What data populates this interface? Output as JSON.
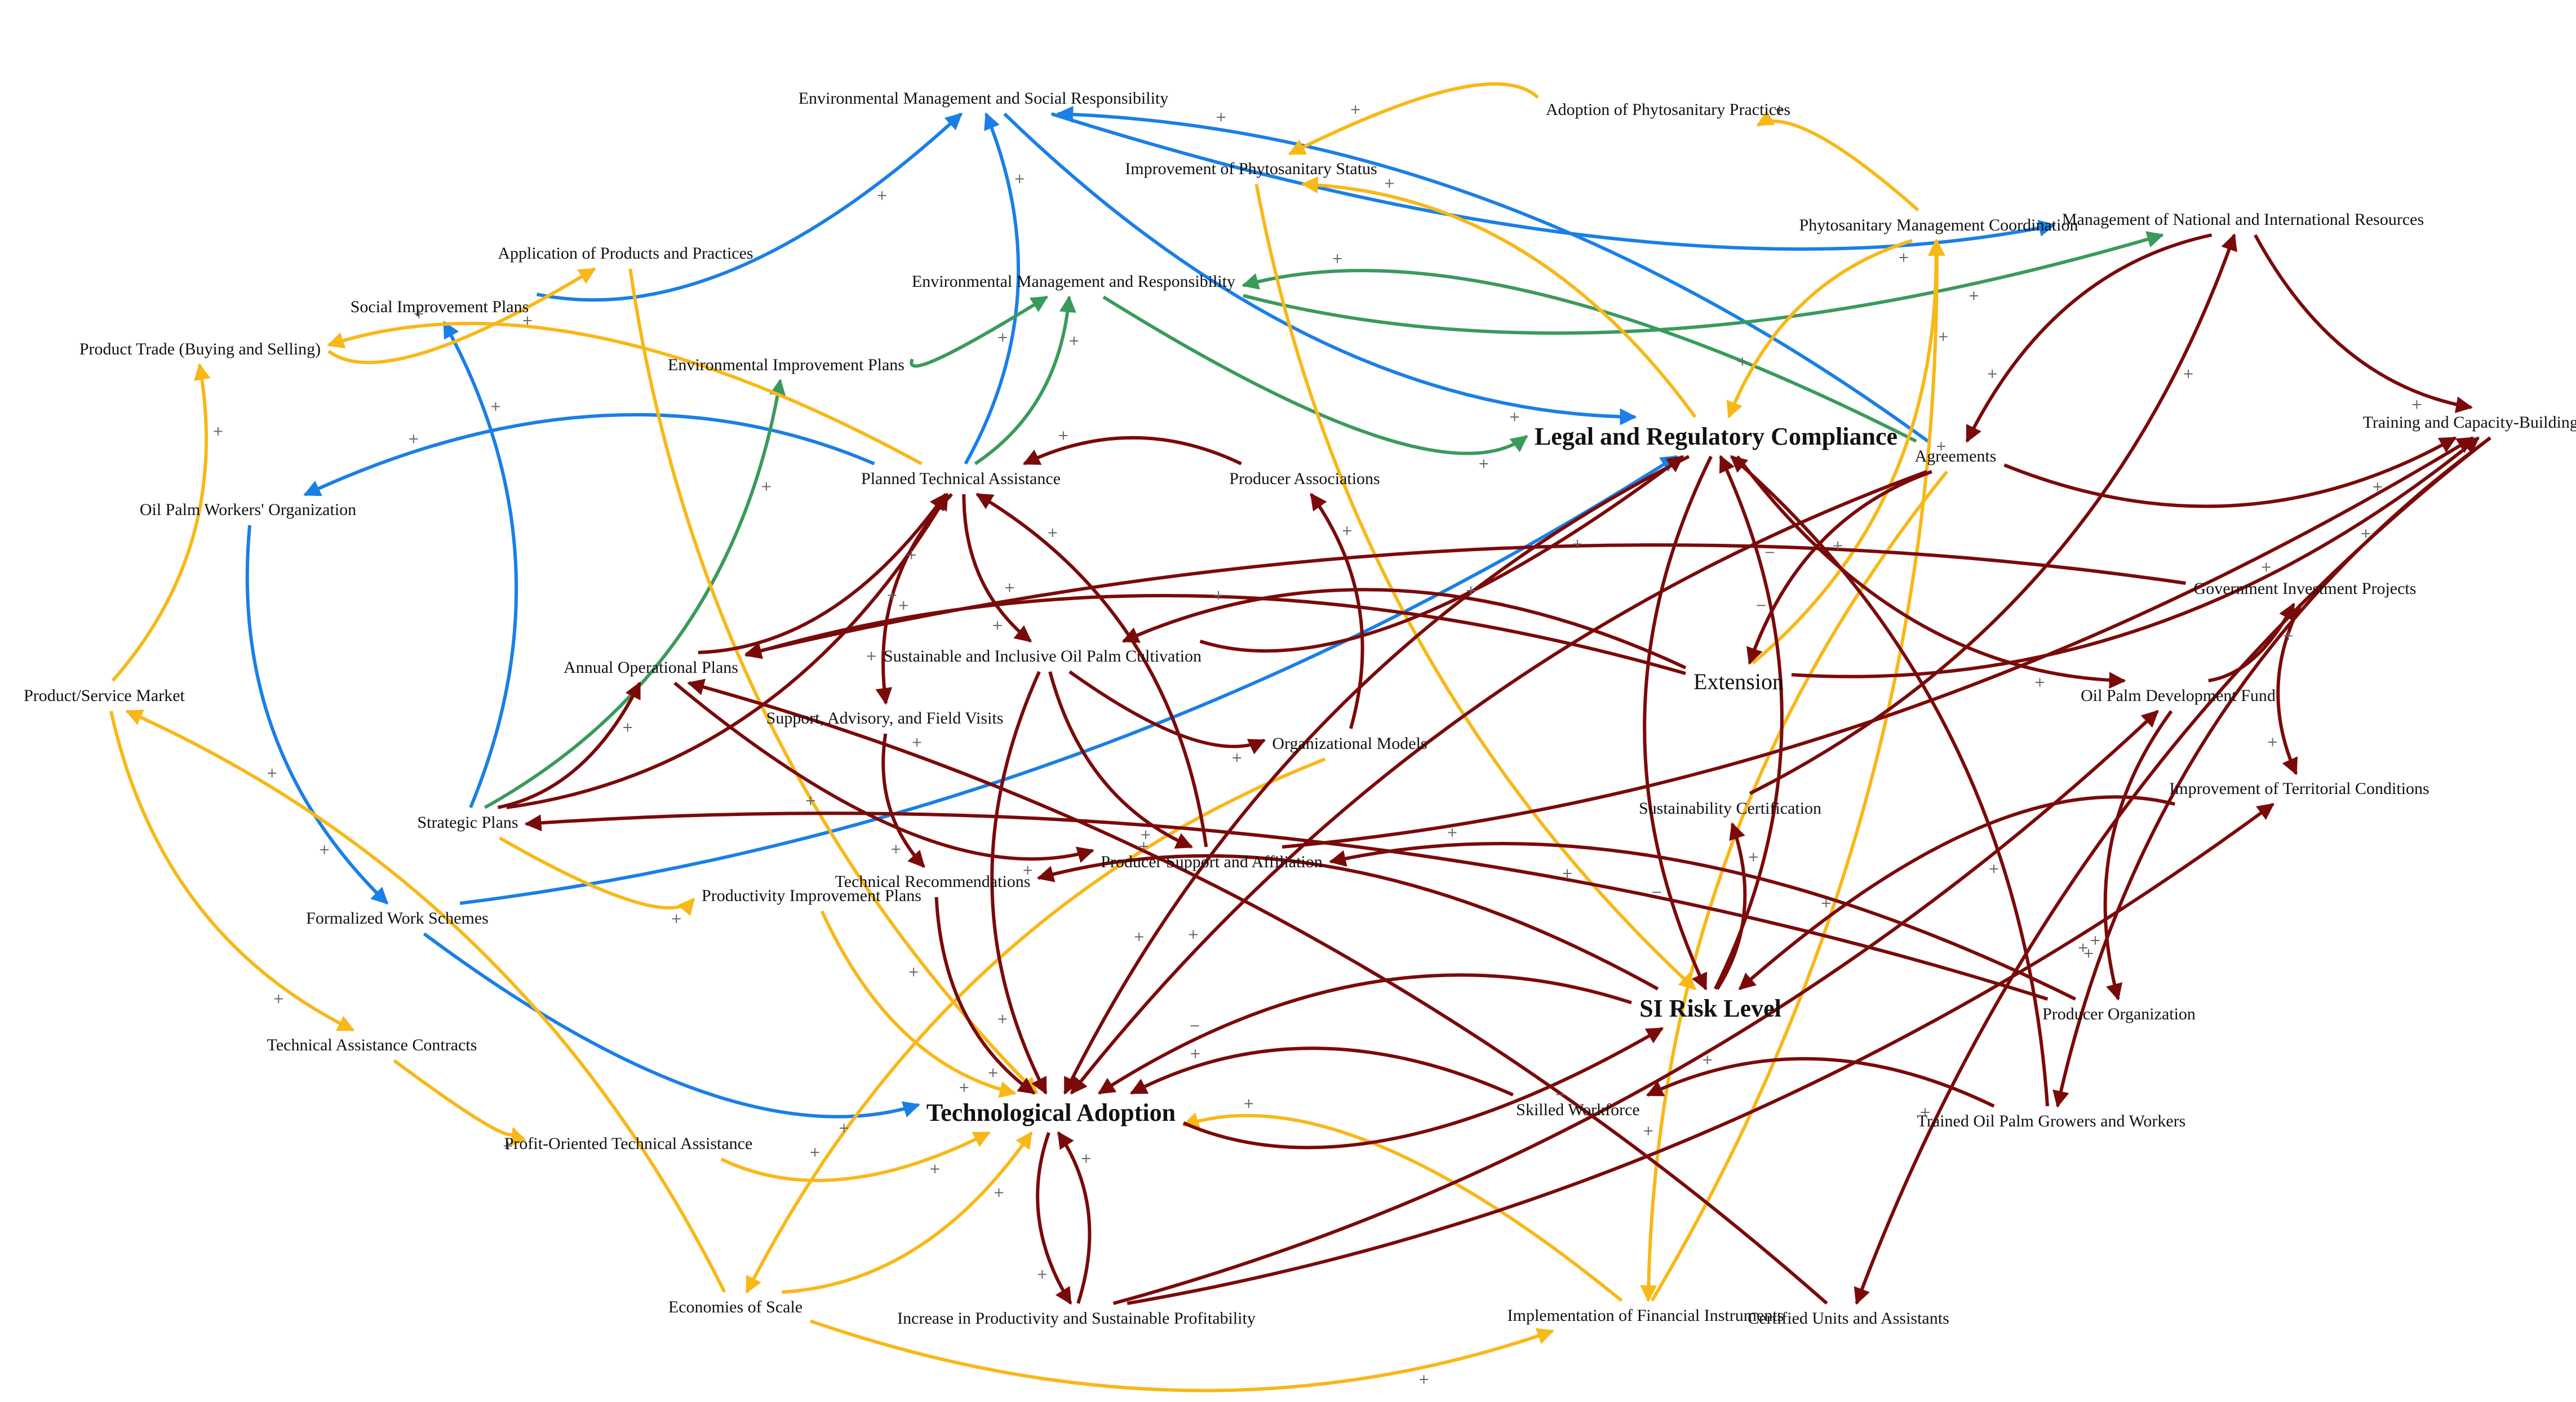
{
  "colors": {
    "red": "#7a0a0a",
    "blue": "#1a7fe6",
    "green": "#3a9a5c",
    "yellow": "#f7b818"
  },
  "nodes": {
    "env_mgmt_social": "Environmental\nManagement and Social\nResponsibility",
    "adoption_phyto": "Adoption of\nPhytosanitary Practices",
    "improvement_phyto": "Improvement of\nPhytosanitary Status",
    "phyto_coord": "Phytosanitary Management\nCoordination",
    "mgmt_resources": "Management of National and\nInternational Resources",
    "application_products": "Application of Products\nand Practices",
    "env_mgmt_resp": "Environmental\nManagement and\nResponsibility",
    "social_plans": "Social Improvement\nPlans",
    "product_trade": "Product Trade (Buying\nand Selling)",
    "env_plans": "Environmental\nImprovement Plans",
    "legal": "Legal and Regulatory\nCompliance",
    "agreements": "Agreements",
    "training": "Training and\nCapacity-Building\nPrograms",
    "planned_ta": "Planned Technical\nAssistance",
    "producer_assoc": "Producer Associations",
    "workers_org": "Oil Palm Workers'\nOrganization",
    "annual_plans": "Annual Operational\nPlans",
    "sustainable_cult": "Sustainable and Inclusive\nOil Palm Cultivation",
    "extension": "Extension",
    "gov_investment": "Government Investment\nProjects",
    "product_market": "Product/Service Market",
    "support_visits": "Support, Advisory, and\nField Visits",
    "org_models": "Organizational Models",
    "oil_palm_fund": "Oil Palm Development\nFund",
    "territorial": "Improvement of\nTerritorial Conditions",
    "strategic_plans": "Strategic Plans",
    "sustain_cert": "Sustainability\nCertification",
    "productivity_plans": "Productivity\nImprovement Plans",
    "producer_support": "Producer Support and\nAffiliation",
    "tech_recs": "Technical\nRecommendations",
    "formalized_work": "Formalized Work\nSchemes",
    "si_risk": "SI Risk Level",
    "producer_org": "Producer Organization",
    "ta_contracts": "Technical Assistance\nContracts",
    "tech_adoption": "Technological\nAdoption",
    "skilled_workforce": "Skilled Workforce",
    "trained_growers": "Trained Oil Palm\nGrowers and Workers",
    "profit_ta": "Profit-Oriented\nTechnical Assistance",
    "implementation_fin": "Implementation of\nFinancial Instruments",
    "certified_units": "Certified Units and\nAssistants",
    "economies_scale": "Economies of Scale",
    "increase_productivity": "Increase in Productivity\nand Sustainable\nProfitability"
  },
  "edges": [
    {
      "from": "env_mgmt_social",
      "to": "mgmt_resources",
      "color": "blue",
      "sign": "+"
    },
    {
      "from": "agreements",
      "to": "env_mgmt_social",
      "color": "blue",
      "sign": "+"
    },
    {
      "from": "env_mgmt_social",
      "to": "legal",
      "color": "blue",
      "sign": "+"
    },
    {
      "from": "social_plans",
      "to": "env_mgmt_social",
      "color": "blue",
      "sign": "+"
    },
    {
      "from": "planned_ta",
      "to": "env_mgmt_social",
      "color": "blue",
      "sign": "+"
    },
    {
      "from": "strategic_plans",
      "to": "social_plans",
      "color": "blue",
      "sign": "+"
    },
    {
      "from": "planned_ta",
      "to": "workers_org",
      "color": "blue",
      "sign": "+"
    },
    {
      "from": "workers_org",
      "to": "formalized_work",
      "color": "blue",
      "sign": "+"
    },
    {
      "from": "formalized_work",
      "to": "tech_adoption",
      "color": "blue",
      "sign": "+"
    },
    {
      "from": "formalized_work",
      "to": "legal",
      "color": "blue",
      "sign": "+"
    },
    {
      "from": "env_plans",
      "to": "env_mgmt_resp",
      "color": "green",
      "sign": "+"
    },
    {
      "from": "planned_ta",
      "to": "env_mgmt_resp",
      "color": "green",
      "sign": "+"
    },
    {
      "from": "env_mgmt_resp",
      "to": "mgmt_resources",
      "color": "green",
      "sign": "+"
    },
    {
      "from": "env_mgmt_resp",
      "to": "legal",
      "color": "green",
      "sign": "+"
    },
    {
      "from": "agreements",
      "to": "env_mgmt_resp",
      "color": "green",
      "sign": "+"
    },
    {
      "from": "strategic_plans",
      "to": "env_plans",
      "color": "green",
      "sign": "+"
    },
    {
      "from": "product_trade",
      "to": "application_products",
      "color": "yellow",
      "sign": "+"
    },
    {
      "from": "application_products",
      "to": "tech_adoption",
      "color": "yellow",
      "sign": "+"
    },
    {
      "from": "phyto_coord",
      "to": "adoption_phyto",
      "color": "yellow",
      "sign": "+"
    },
    {
      "from": "adoption_phyto",
      "to": "improvement_phyto",
      "color": "yellow",
      "sign": "+"
    },
    {
      "from": "legal",
      "to": "improvement_phyto",
      "color": "yellow",
      "sign": "+"
    },
    {
      "from": "improvement_phyto",
      "to": "si_risk",
      "color": "yellow",
      "sign": "+"
    },
    {
      "from": "phyto_coord",
      "to": "legal",
      "color": "yellow",
      "sign": "+"
    },
    {
      "from": "extension",
      "to": "phyto_coord",
      "color": "yellow",
      "sign": "+"
    },
    {
      "from": "implementation_fin",
      "to": "phyto_coord",
      "color": "yellow",
      "sign": "+"
    },
    {
      "from": "agreements",
      "to": "implementation_fin",
      "color": "yellow",
      "sign": "+"
    },
    {
      "from": "planned_ta",
      "to": "product_trade",
      "color": "yellow",
      "sign": "+"
    },
    {
      "from": "product_market",
      "to": "product_trade",
      "color": "yellow",
      "sign": "+"
    },
    {
      "from": "product_market",
      "to": "ta_contracts",
      "color": "yellow",
      "sign": "+"
    },
    {
      "from": "ta_contracts",
      "to": "profit_ta",
      "color": "yellow",
      "sign": "+"
    },
    {
      "from": "profit_ta",
      "to": "tech_adoption",
      "color": "yellow",
      "sign": "+"
    },
    {
      "from": "economies_scale",
      "to": "product_market",
      "color": "yellow",
      "sign": "+"
    },
    {
      "from": "economies_scale",
      "to": "tech_adoption",
      "color": "yellow",
      "sign": "+"
    },
    {
      "from": "economies_scale",
      "to": "implementation_fin",
      "color": "yellow",
      "sign": "+"
    },
    {
      "from": "implementation_fin",
      "to": "tech_adoption",
      "color": "yellow",
      "sign": "+"
    },
    {
      "from": "strategic_plans",
      "to": "productivity_plans",
      "color": "yellow",
      "sign": "+"
    },
    {
      "from": "productivity_plans",
      "to": "tech_adoption",
      "color": "yellow",
      "sign": "+"
    },
    {
      "from": "org_models",
      "to": "economies_scale",
      "color": "yellow",
      "sign": "+"
    },
    {
      "from": "producer_assoc",
      "to": "planned_ta",
      "color": "red",
      "sign": "+"
    },
    {
      "from": "planned_ta",
      "to": "support_visits",
      "color": "red",
      "sign": "+"
    },
    {
      "from": "planned_ta",
      "to": "sustainable_cult",
      "color": "red",
      "sign": "+"
    },
    {
      "from": "annual_plans",
      "to": "planned_ta",
      "color": "red",
      "sign": "+"
    },
    {
      "from": "strategic_plans",
      "to": "annual_plans",
      "color": "red",
      "sign": "+"
    },
    {
      "from": "strategic_plans",
      "to": "planned_ta",
      "color": "red",
      "sign": "+"
    },
    {
      "from": "extension",
      "to": "annual_plans",
      "color": "red",
      "sign": "+"
    },
    {
      "from": "extension",
      "to": "sustainable_cult",
      "color": "red",
      "sign": "+"
    },
    {
      "from": "annual_plans",
      "to": "producer_support",
      "color": "red",
      "sign": "+"
    },
    {
      "from": "sustainable_cult",
      "to": "org_models",
      "color": "red",
      "sign": "+"
    },
    {
      "from": "sustainable_cult",
      "to": "producer_support",
      "color": "red",
      "sign": "+"
    },
    {
      "from": "sustainable_cult",
      "to": "tech_adoption",
      "color": "red",
      "sign": "+"
    },
    {
      "from": "sustainable_cult",
      "to": "legal",
      "color": "red",
      "sign": "+"
    },
    {
      "from": "org_models",
      "to": "producer_assoc",
      "color": "red",
      "sign": "+"
    },
    {
      "from": "producer_support",
      "to": "planned_ta",
      "color": "red",
      "sign": "+"
    },
    {
      "from": "producer_support",
      "to": "training",
      "color": "red",
      "sign": "+"
    },
    {
      "from": "support_visits",
      "to": "tech_recs",
      "color": "red",
      "sign": "+"
    },
    {
      "from": "tech_recs",
      "to": "tech_adoption",
      "color": "red",
      "sign": "+"
    },
    {
      "from": "si_risk",
      "to": "tech_recs",
      "color": "red",
      "sign": "+"
    },
    {
      "from": "si_risk",
      "to": "tech_adoption",
      "color": "red",
      "sign": "−"
    },
    {
      "from": "tech_adoption",
      "to": "si_risk",
      "color": "red",
      "sign": "−"
    },
    {
      "from": "tech_adoption",
      "to": "increase_productivity",
      "color": "red",
      "sign": "+"
    },
    {
      "from": "increase_productivity",
      "to": "tech_adoption",
      "color": "red",
      "sign": "+"
    },
    {
      "from": "increase_productivity",
      "to": "oil_palm_fund",
      "color": "red",
      "sign": "+"
    },
    {
      "from": "increase_productivity",
      "to": "territorial",
      "color": "red",
      "sign": "+"
    },
    {
      "from": "legal",
      "to": "tech_adoption",
      "color": "red",
      "sign": "+"
    },
    {
      "from": "legal",
      "to": "si_risk",
      "color": "red",
      "sign": "−"
    },
    {
      "from": "legal",
      "to": "oil_palm_fund",
      "color": "red",
      "sign": "+"
    },
    {
      "from": "si_risk",
      "to": "legal",
      "color": "red",
      "sign": "−"
    },
    {
      "from": "si_risk",
      "to": "sustain_cert",
      "color": "red",
      "sign": "+"
    },
    {
      "from": "sustain_cert",
      "to": "mgmt_resources",
      "color": "red",
      "sign": "+"
    },
    {
      "from": "mgmt_resources",
      "to": "agreements",
      "color": "red",
      "sign": "+"
    },
    {
      "from": "mgmt_resources",
      "to": "training",
      "color": "red",
      "sign": "+"
    },
    {
      "from": "agreements",
      "to": "training",
      "color": "red",
      "sign": "+"
    },
    {
      "from": "agreements",
      "to": "extension",
      "color": "red",
      "sign": "−"
    },
    {
      "from": "agreements",
      "to": "tech_adoption",
      "color": "red",
      "sign": "+"
    },
    {
      "from": "extension",
      "to": "training",
      "color": "red",
      "sign": "+"
    },
    {
      "from": "training",
      "to": "trained_growers",
      "color": "red",
      "sign": "+"
    },
    {
      "from": "training",
      "to": "certified_units",
      "color": "red",
      "sign": "+"
    },
    {
      "from": "oil_palm_fund",
      "to": "gov_investment",
      "color": "red",
      "sign": "+"
    },
    {
      "from": "gov_investment",
      "to": "territorial",
      "color": "red",
      "sign": "+"
    },
    {
      "from": "oil_palm_fund",
      "to": "producer_org",
      "color": "red",
      "sign": "+"
    },
    {
      "from": "territorial",
      "to": "si_risk",
      "color": "red",
      "sign": "+"
    },
    {
      "from": "producer_org",
      "to": "producer_support",
      "color": "red",
      "sign": "+"
    },
    {
      "from": "producer_org",
      "to": "strategic_plans",
      "color": "red",
      "sign": "+"
    },
    {
      "from": "trained_growers",
      "to": "skilled_workforce",
      "color": "red",
      "sign": "+"
    },
    {
      "from": "trained_growers",
      "to": "legal",
      "color": "red",
      "sign": "+"
    },
    {
      "from": "skilled_workforce",
      "to": "tech_adoption",
      "color": "red",
      "sign": "+"
    },
    {
      "from": "certified_units",
      "to": "annual_plans",
      "color": "red",
      "sign": "+"
    },
    {
      "from": "gov_investment",
      "to": "annual_plans",
      "color": "red",
      "sign": "+"
    }
  ]
}
